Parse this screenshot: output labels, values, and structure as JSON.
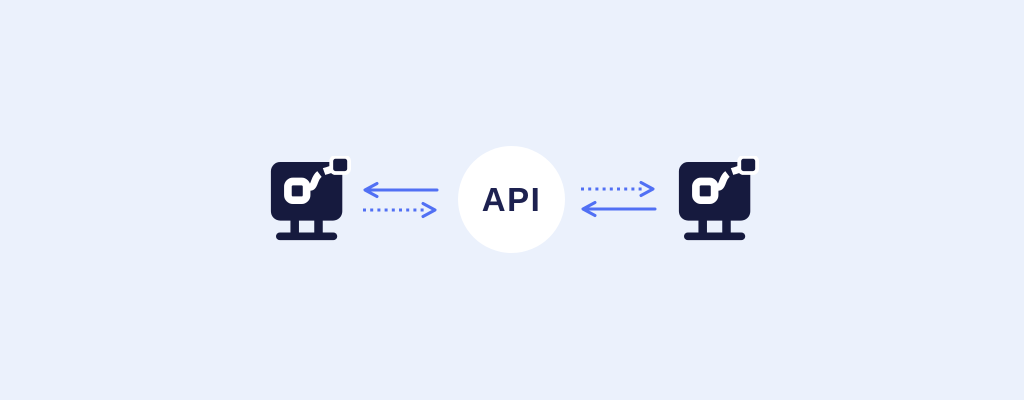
{
  "diagram": {
    "center_node": {
      "label": "API"
    },
    "left_node": {
      "icon": "monitor-plug-icon"
    },
    "right_node": {
      "icon": "monitor-plug-icon"
    },
    "left_connection": {
      "top_arrow": {
        "style": "solid",
        "direction": "left"
      },
      "bottom_arrow": {
        "style": "dotted",
        "direction": "right"
      }
    },
    "right_connection": {
      "top_arrow": {
        "style": "dotted",
        "direction": "right"
      },
      "bottom_arrow": {
        "style": "solid",
        "direction": "left"
      }
    }
  },
  "colors": {
    "background": "#ebf1fc",
    "icon_navy": "#161a3e",
    "arrow_blue": "#5170f4",
    "circle_fill": "#ffffff",
    "label_text": "#1d2150",
    "cable_white": "#ffffff"
  }
}
